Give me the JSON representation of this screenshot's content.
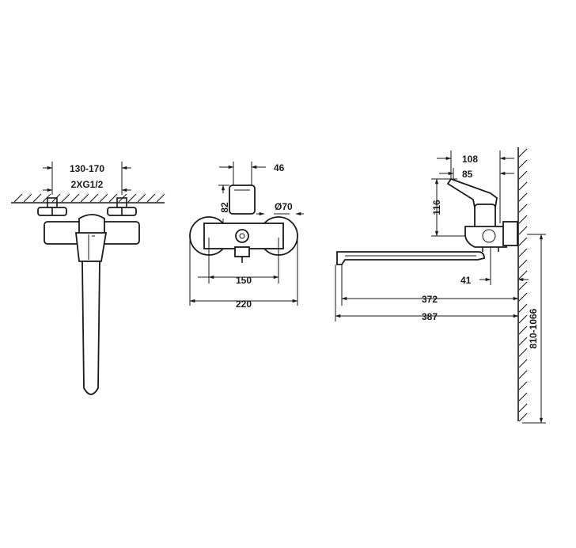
{
  "front_view": {
    "dimensions": [
      "130-170",
      "2XG1/2"
    ]
  },
  "side_view": {
    "dimensions": [
      "46",
      "82",
      "Ø70",
      "150",
      "220"
    ]
  },
  "top_view": {
    "dimensions": [
      "108",
      "85",
      "116",
      "41",
      "372",
      "387",
      "810-1066"
    ]
  }
}
